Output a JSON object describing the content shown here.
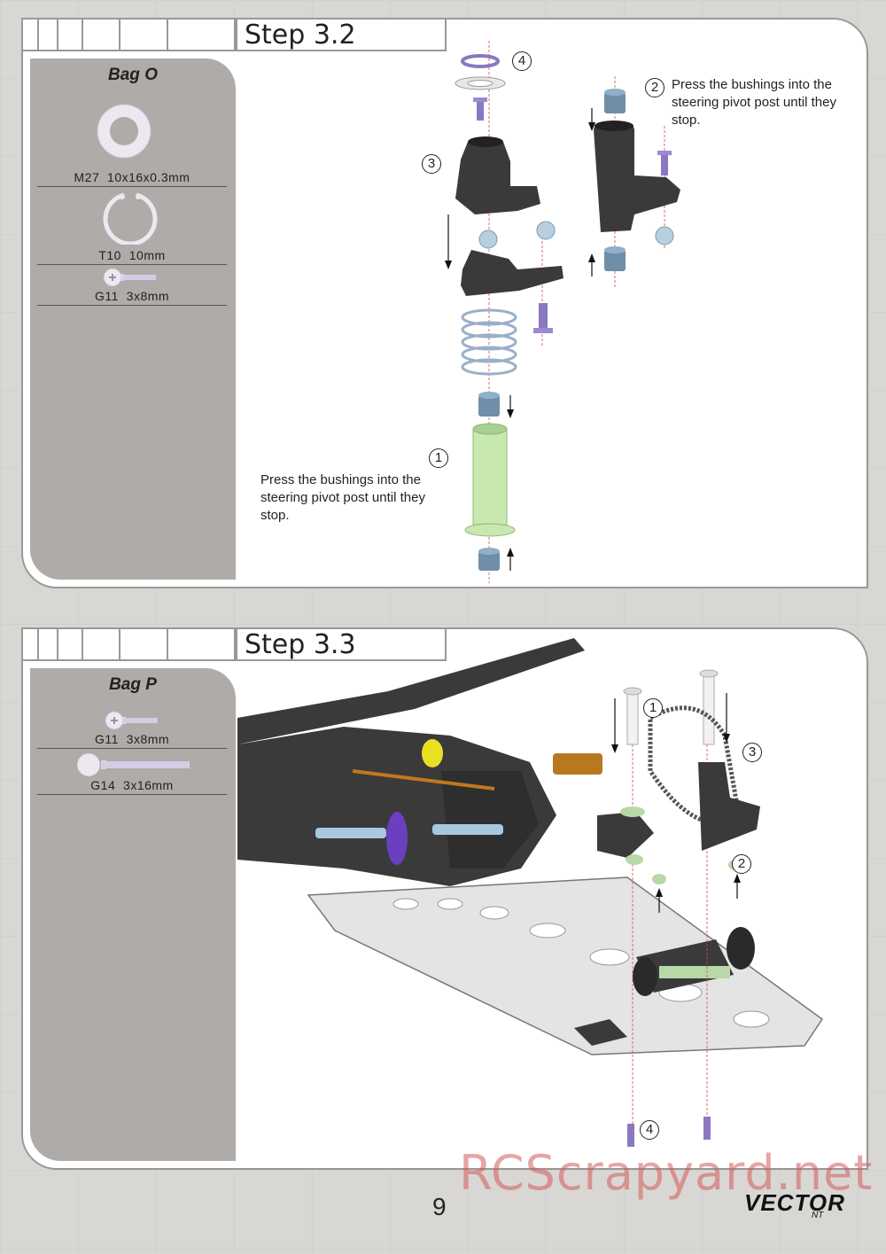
{
  "step_3_2": {
    "title": "Step 3.2",
    "bag_title": "Bag O",
    "parts": [
      {
        "code": "M27",
        "size": "10x16x0.3mm",
        "icon": "washer-icon"
      },
      {
        "code": "T10",
        "size": "10mm",
        "icon": "e-clip-icon"
      },
      {
        "code": "G11",
        "size": "3x8mm",
        "icon": "screw-icon"
      }
    ],
    "callouts": [
      "1",
      "2",
      "3",
      "4"
    ],
    "note_1": "Press the bushings into the steering pivot post until they stop.",
    "note_2": "Press the bushings into the steering pivot post until they stop."
  },
  "step_3_3": {
    "title": "Step 3.3",
    "bag_title": "Bag P",
    "parts": [
      {
        "code": "G11",
        "size": "3x8mm",
        "icon": "screw-icon"
      },
      {
        "code": "G14",
        "size": "3x16mm",
        "icon": "screw-icon"
      }
    ],
    "callouts": [
      "1",
      "2",
      "3",
      "4"
    ]
  },
  "footer": {
    "page_number": "9",
    "watermark": "RCScrapyard.net",
    "logo": "VECTOR",
    "logo_sub": "NT"
  },
  "colors": {
    "panel_border": "#9a9896",
    "parts_box": "#aeaba8",
    "part_dark": "#3a3a3a",
    "bushing_blue": "#6f8fa8",
    "post_green": "#c8e8b0",
    "screw_purple": "#8a78c0",
    "watermark_red": "#d45a5a"
  }
}
